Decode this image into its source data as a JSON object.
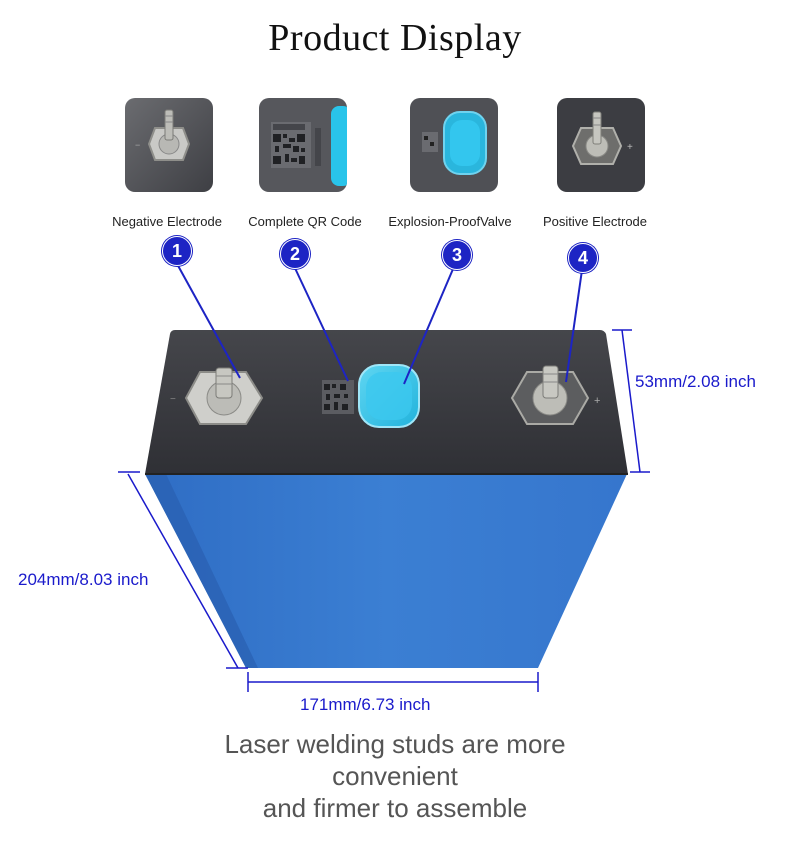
{
  "title": "Product Display",
  "features": [
    {
      "label": "Negative Electrode",
      "number": "1",
      "icon": "negative-terminal-icon"
    },
    {
      "label": "Complete QR Code",
      "number": "2",
      "icon": "qr-code-icon"
    },
    {
      "label": "Explosion-ProofValve",
      "number": "3",
      "icon": "safety-valve-icon"
    },
    {
      "label": "Positive Electrode",
      "number": "4",
      "icon": "positive-terminal-icon"
    }
  ],
  "dimensions": {
    "height_top": "53mm/2.08 inch",
    "height_body": "204mm/8.03 inch",
    "width": "171mm/6.73 inch"
  },
  "caption": {
    "line1": "Laser welding studs are more",
    "line2": "convenient",
    "line3": "and firmer to assemble"
  },
  "colors": {
    "accent": "#1d24c4",
    "battery_blue": "#3579cc",
    "cap_dark": "#3a3b40",
    "valve_cyan": "#2fc3e6"
  }
}
